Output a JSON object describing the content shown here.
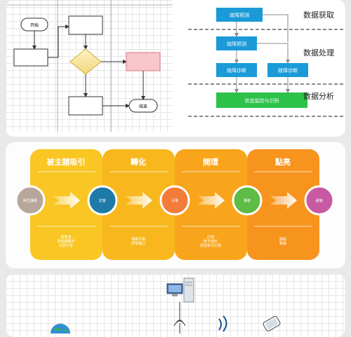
{
  "flowchart": {
    "start_label": "开始",
    "end_label": "结束"
  },
  "fault_flow": {
    "boxes": [
      "故障预测",
      "故障预测",
      "故障诊断",
      "故障诊断",
      "状态监控与识别"
    ],
    "sections": [
      "数据获取",
      "数据处理",
      "数据分析"
    ],
    "colors": {
      "blue": "#1b9ad8",
      "green": "#2cc24a"
    }
  },
  "funnel": {
    "stages": [
      {
        "title": "被主題吸引",
        "circle_label": "陌生讀者",
        "circle_color": "#b7a79b",
        "color": "#f9c623",
        "desc": [
          "標準發",
          "搜尋關鍵字",
          "社群分享"
        ]
      },
      {
        "title": "轉化",
        "circle_label": "訪客",
        "circle_color": "#1f7aa8",
        "color": "#f8b81d",
        "desc": [
          "相關文章",
          "部落格訂"
        ]
      },
      {
        "title": "開環",
        "circle_label": "引導",
        "circle_color": "#f37c3a",
        "color": "#f8a51c",
        "desc": [
          "訂閱",
          "贈予資料",
          "發送系列文章"
        ]
      },
      {
        "title": "點亮",
        "circle_label": "讀者",
        "circle_color": "#5dbb46",
        "color": "#f7941e",
        "desc": [
          "課程",
          "數據"
        ]
      },
      {
        "circle_label": "顧客",
        "circle_color": "#c85aa3"
      }
    ]
  }
}
